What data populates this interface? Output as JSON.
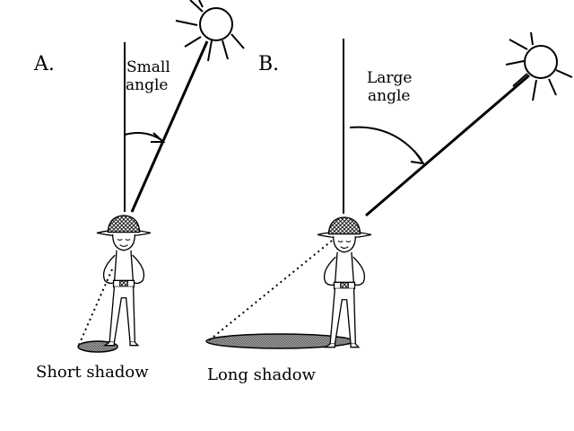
{
  "panels": [
    {
      "letter": "A.",
      "angle_line1": "Small",
      "angle_line2": "angle",
      "caption": "Short shadow"
    },
    {
      "letter": "B.",
      "angle_line1": "Large",
      "angle_line2": "angle",
      "caption": "Long shadow"
    }
  ],
  "colors": {
    "ink": "#000000",
    "shadow_fill": "#8a8a8a",
    "background": "#ffffff"
  }
}
